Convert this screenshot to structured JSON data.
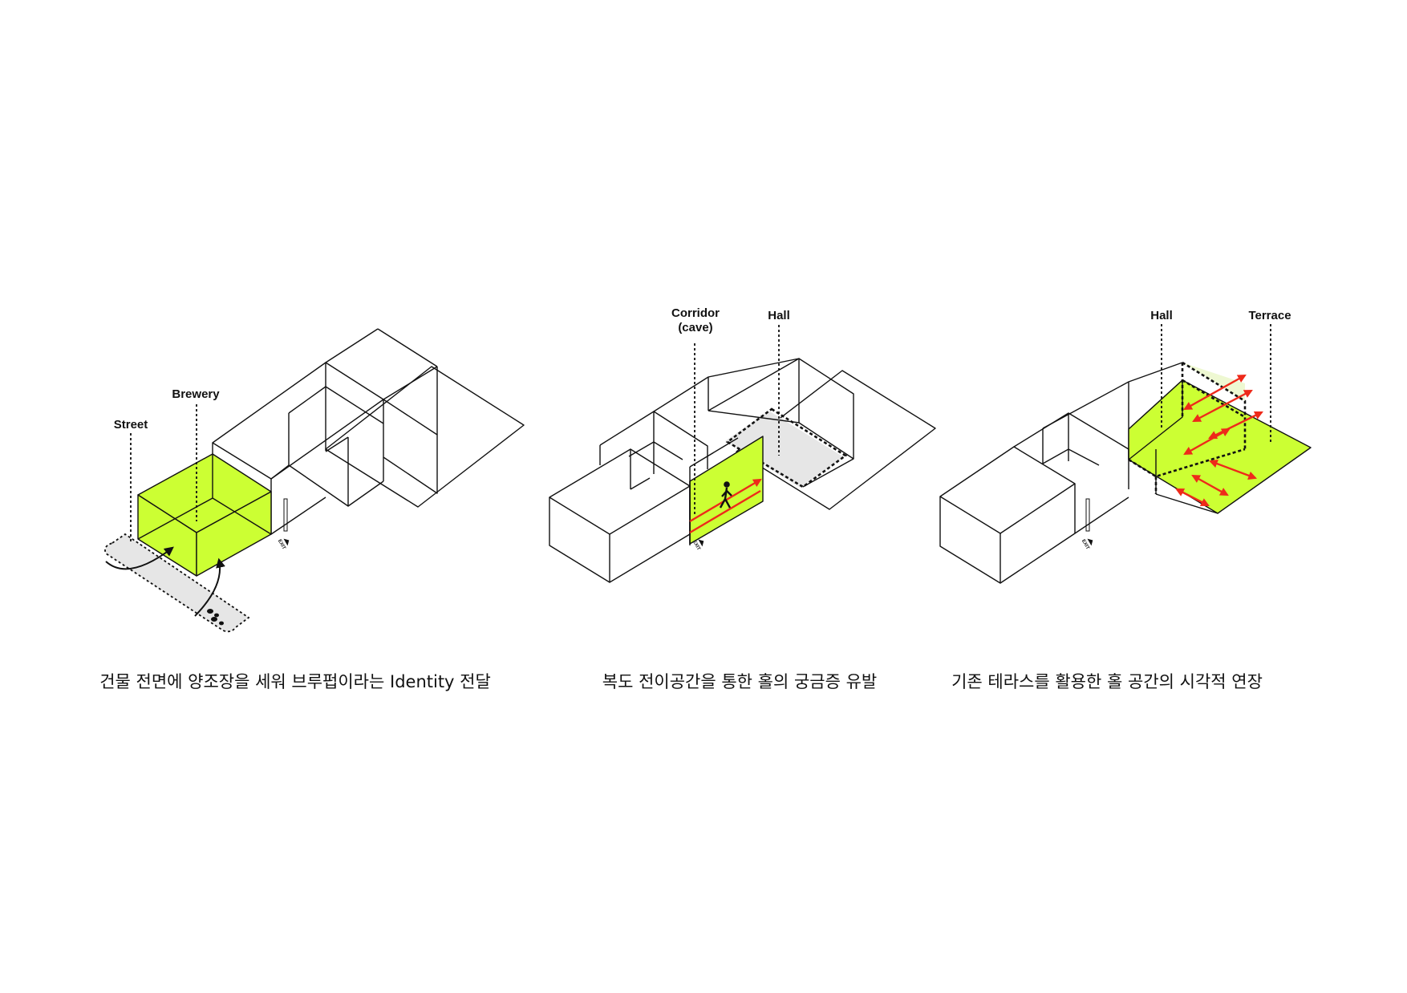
{
  "panels": [
    {
      "labels": {
        "street": "Street",
        "brewery": "Brewery"
      },
      "exit": "EXIT",
      "caption": "건물 전면에 양조장을 세워 브루펍이라는 Identity 전달"
    },
    {
      "labels": {
        "corridor_line1": "Corridor",
        "corridor_line2": "(cave)",
        "hall": "Hall"
      },
      "exit": "EXIT",
      "caption": "복도 전이공간을 통한 홀의 궁금증 유발"
    },
    {
      "labels": {
        "hall": "Hall",
        "terrace": "Terrace"
      },
      "exit": "EXIT",
      "caption": "기존 테라스를 활용한 홀 공간의 시각적 연장"
    }
  ],
  "colors": {
    "highlight": "#ccff33",
    "shade": "#e6e6e6",
    "arrow": "#ee2a1a",
    "line": "#111111"
  }
}
